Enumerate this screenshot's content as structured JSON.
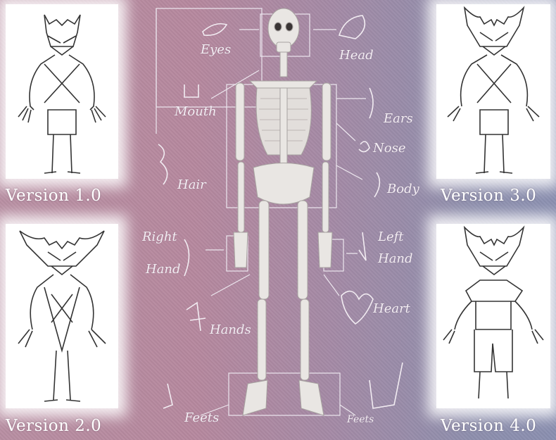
{
  "versions": [
    {
      "label": "Version 1.0"
    },
    {
      "label": "Version 2.0"
    },
    {
      "label": "Version 3.0"
    },
    {
      "label": "Version 4.0"
    }
  ],
  "annotations": {
    "eyes": "Eyes",
    "head": "Head",
    "mouth": "Mouth",
    "ears": "Ears",
    "nose": "Nose",
    "hair": "Hair",
    "body": "Body",
    "right_hand_1": "Right",
    "right_hand_2": "Hand",
    "left_hand_1": "Left",
    "left_hand_2": "Hand",
    "heart": "Heart",
    "hands": "Hands",
    "feets_left": "Feets",
    "feets_right": "Feets"
  }
}
